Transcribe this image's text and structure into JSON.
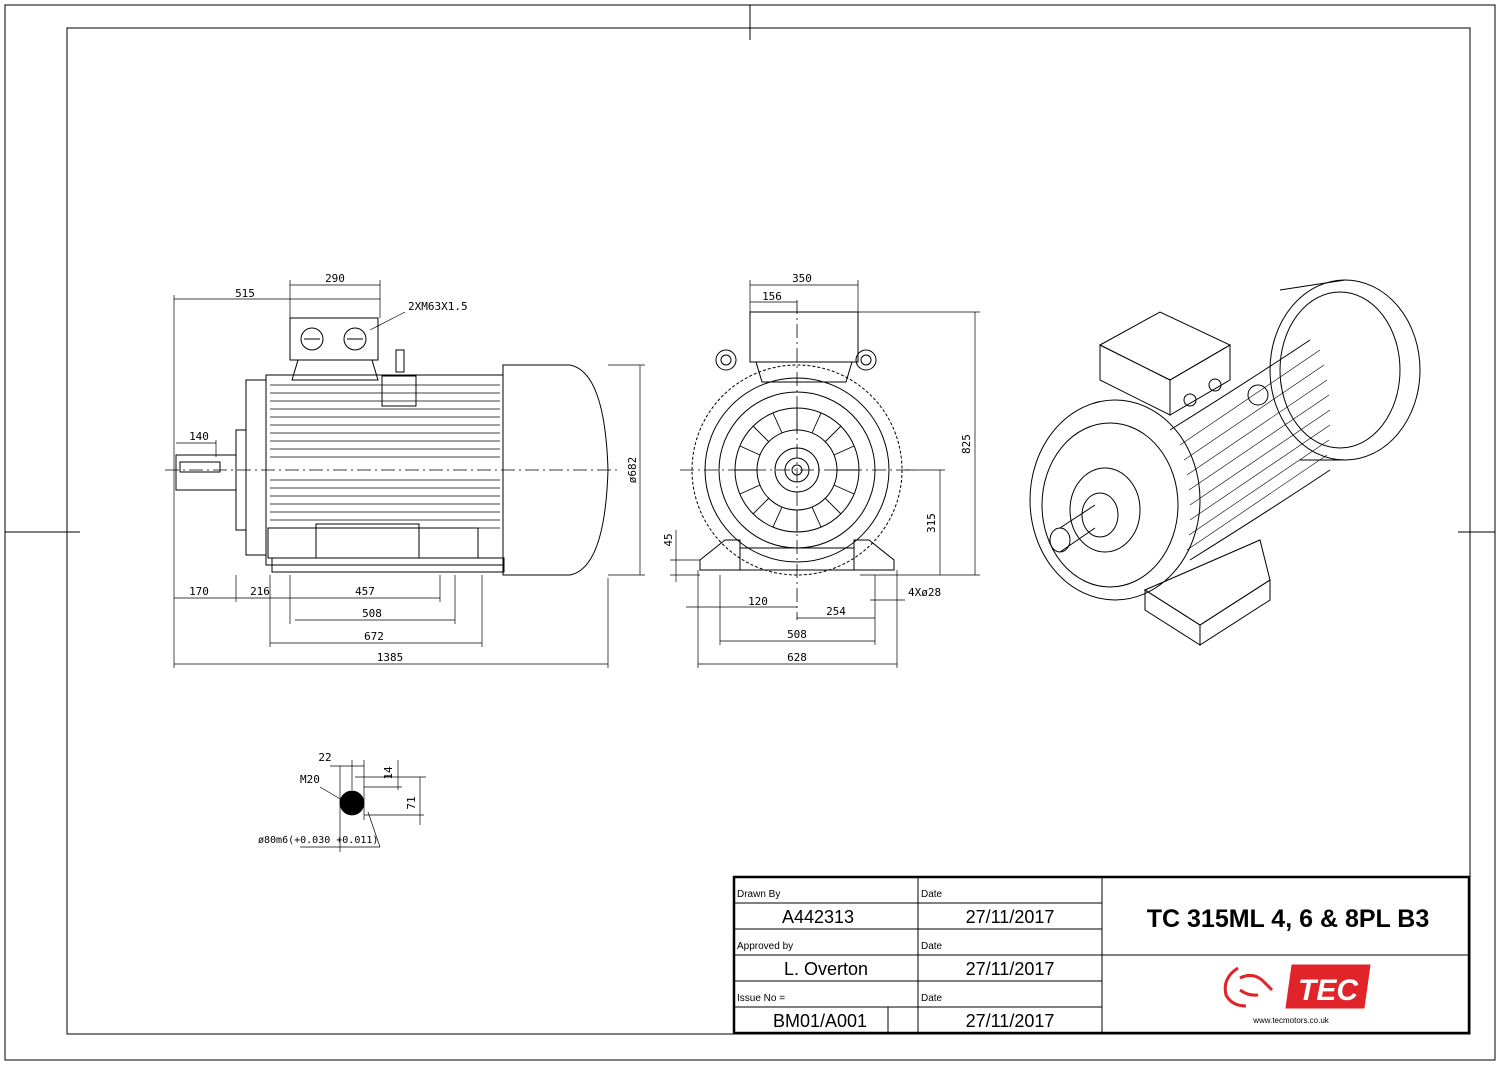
{
  "drawing": {
    "title": "TC 315ML 4, 6 & 8PL B3"
  },
  "side_view": {
    "dims": {
      "d515": "515",
      "d290": "290",
      "terminal": "2XM63X1.5",
      "d140": "140",
      "d682": "ø682",
      "d170": "170",
      "d216": "216",
      "d457": "457",
      "d508": "508",
      "d672": "672",
      "d1385": "1385"
    }
  },
  "end_view": {
    "dims": {
      "d350": "350",
      "d156": "156",
      "d825": "825",
      "d315": "315",
      "d45": "45",
      "d120": "120",
      "d254": "254",
      "holes": "4Xø28",
      "d508": "508",
      "d628": "628"
    }
  },
  "shaft_detail": {
    "dims": {
      "d22": "22",
      "d14": "14",
      "thread": "M20",
      "d71": "71",
      "dia": "ø80m6(+0.030 +0.011)"
    }
  },
  "title_block": {
    "drawn_by_label": "Drawn By",
    "drawn_by": "A442313",
    "approved_by_label": "Approved by",
    "approved_by": "L. Overton",
    "issue_label": "Issue No =",
    "issue": "BM01/A001",
    "date_label": "Date",
    "date1": "27/11/2017",
    "date2": "27/11/2017",
    "date3": "27/11/2017",
    "logo_text": "TEC",
    "website": "www.tecmotors.co.uk"
  },
  "colors": {
    "line": "#000000",
    "logo_red": "#e0242a"
  }
}
